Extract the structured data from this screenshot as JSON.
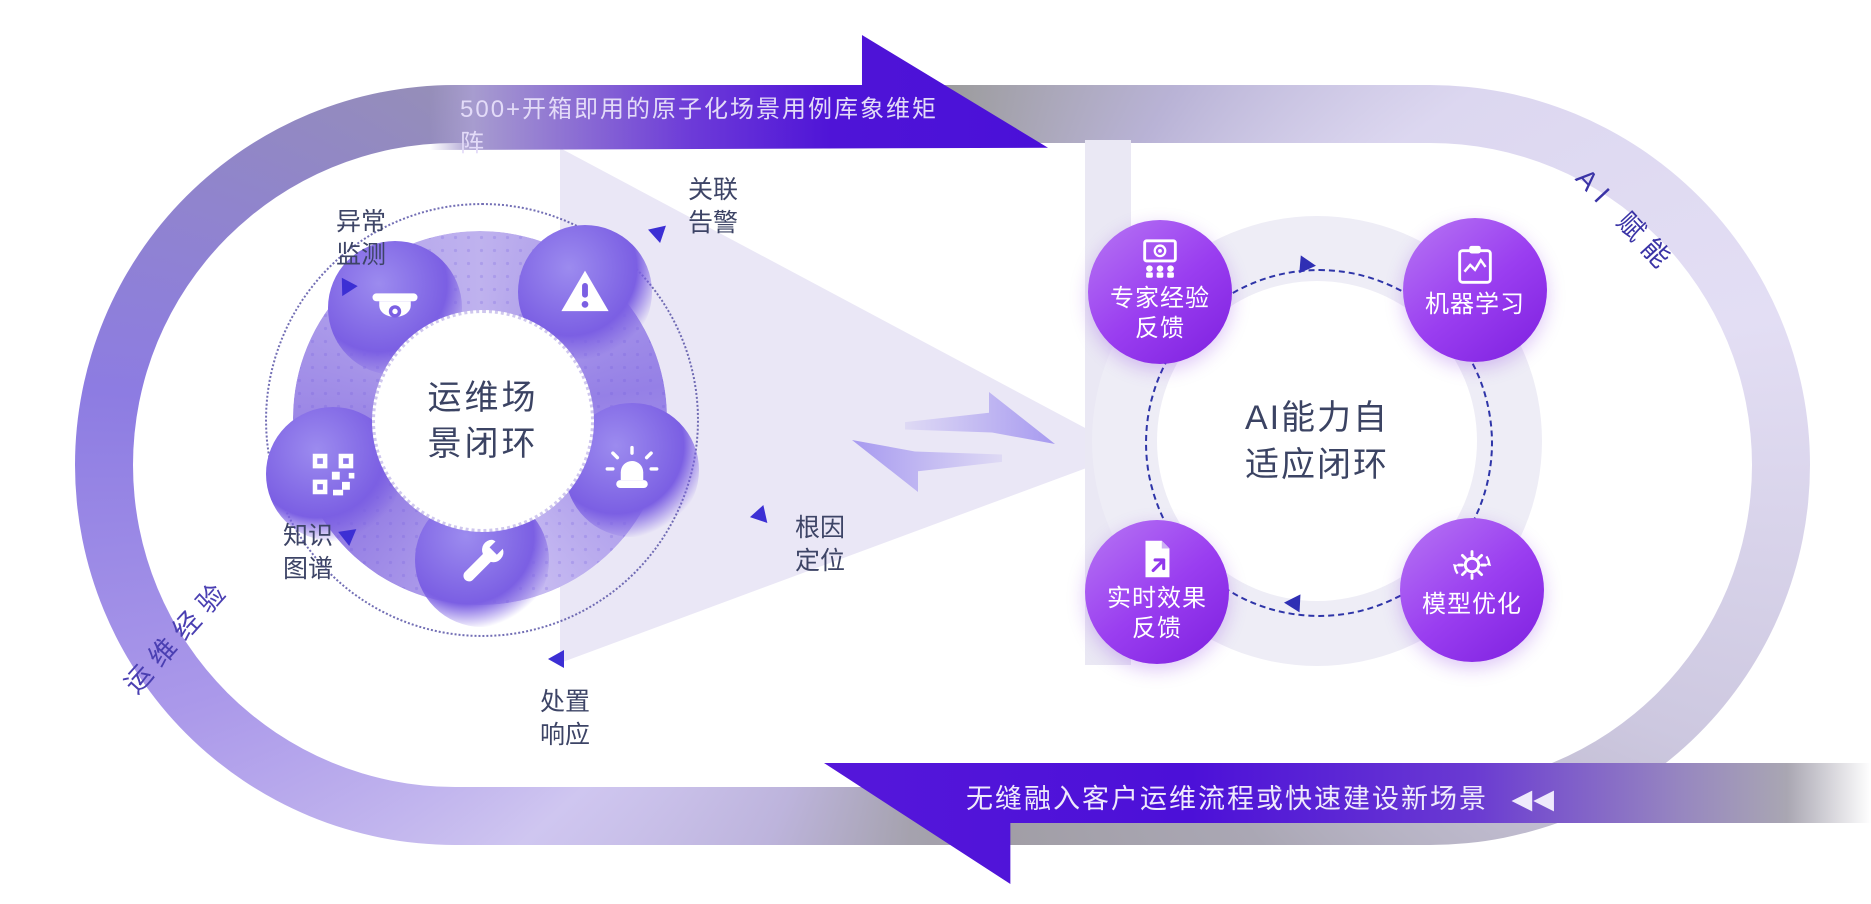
{
  "top_banner": {
    "text": "500+开箱即用的原子化场景用例库象维矩阵"
  },
  "bottom_banner": {
    "text": "无缝融入客户运维流程或快速建设新场景",
    "marker": "◀◀"
  },
  "ring": {
    "right_label": "AI 赋能",
    "left_label": "运维经验"
  },
  "left_loop": {
    "title_line1": "运维场",
    "title_line2": "景闭环",
    "steps": [
      {
        "id": "anomaly-monitoring",
        "label_line1": "异常",
        "label_line2": "监测",
        "icon": "camera-icon"
      },
      {
        "id": "correlated-alerting",
        "label_line1": "关联",
        "label_line2": "告警",
        "icon": "warning-icon"
      },
      {
        "id": "root-cause-location",
        "label_line1": "根因",
        "label_line2": "定位",
        "icon": "siren-icon"
      },
      {
        "id": "response-handling",
        "label_line1": "处置",
        "label_line2": "响应",
        "icon": "wrench-icon"
      },
      {
        "id": "knowledge-graph",
        "label_line1": "知识",
        "label_line2": "图谱",
        "icon": "knowledge-graph-icon"
      }
    ]
  },
  "right_loop": {
    "title_line1": "AI能力自",
    "title_line2": "适应闭环",
    "nodes": [
      {
        "id": "expert-feedback",
        "label_line1": "专家经验",
        "label_line2": "反馈",
        "icon": "expert-feedback-icon"
      },
      {
        "id": "machine-learning",
        "label_line1": "机器学习",
        "label_line2": "",
        "icon": "machine-learning-icon"
      },
      {
        "id": "realtime-feedback",
        "label_line1": "实时效果",
        "label_line2": "反馈",
        "icon": "realtime-feedback-icon"
      },
      {
        "id": "model-optimization",
        "label_line1": "模型优化",
        "label_line2": "",
        "icon": "model-optimize-icon"
      }
    ]
  },
  "colors": {
    "banner_purple": "#4a10d8",
    "node_purple": "#8a2be2",
    "arrow_violet": "#3c2fd4",
    "dash_navy": "#2e35a8",
    "title_text": "#3b4363",
    "ring_gray": "#9b9b9b",
    "ring_purple": "#8d7ce2"
  }
}
